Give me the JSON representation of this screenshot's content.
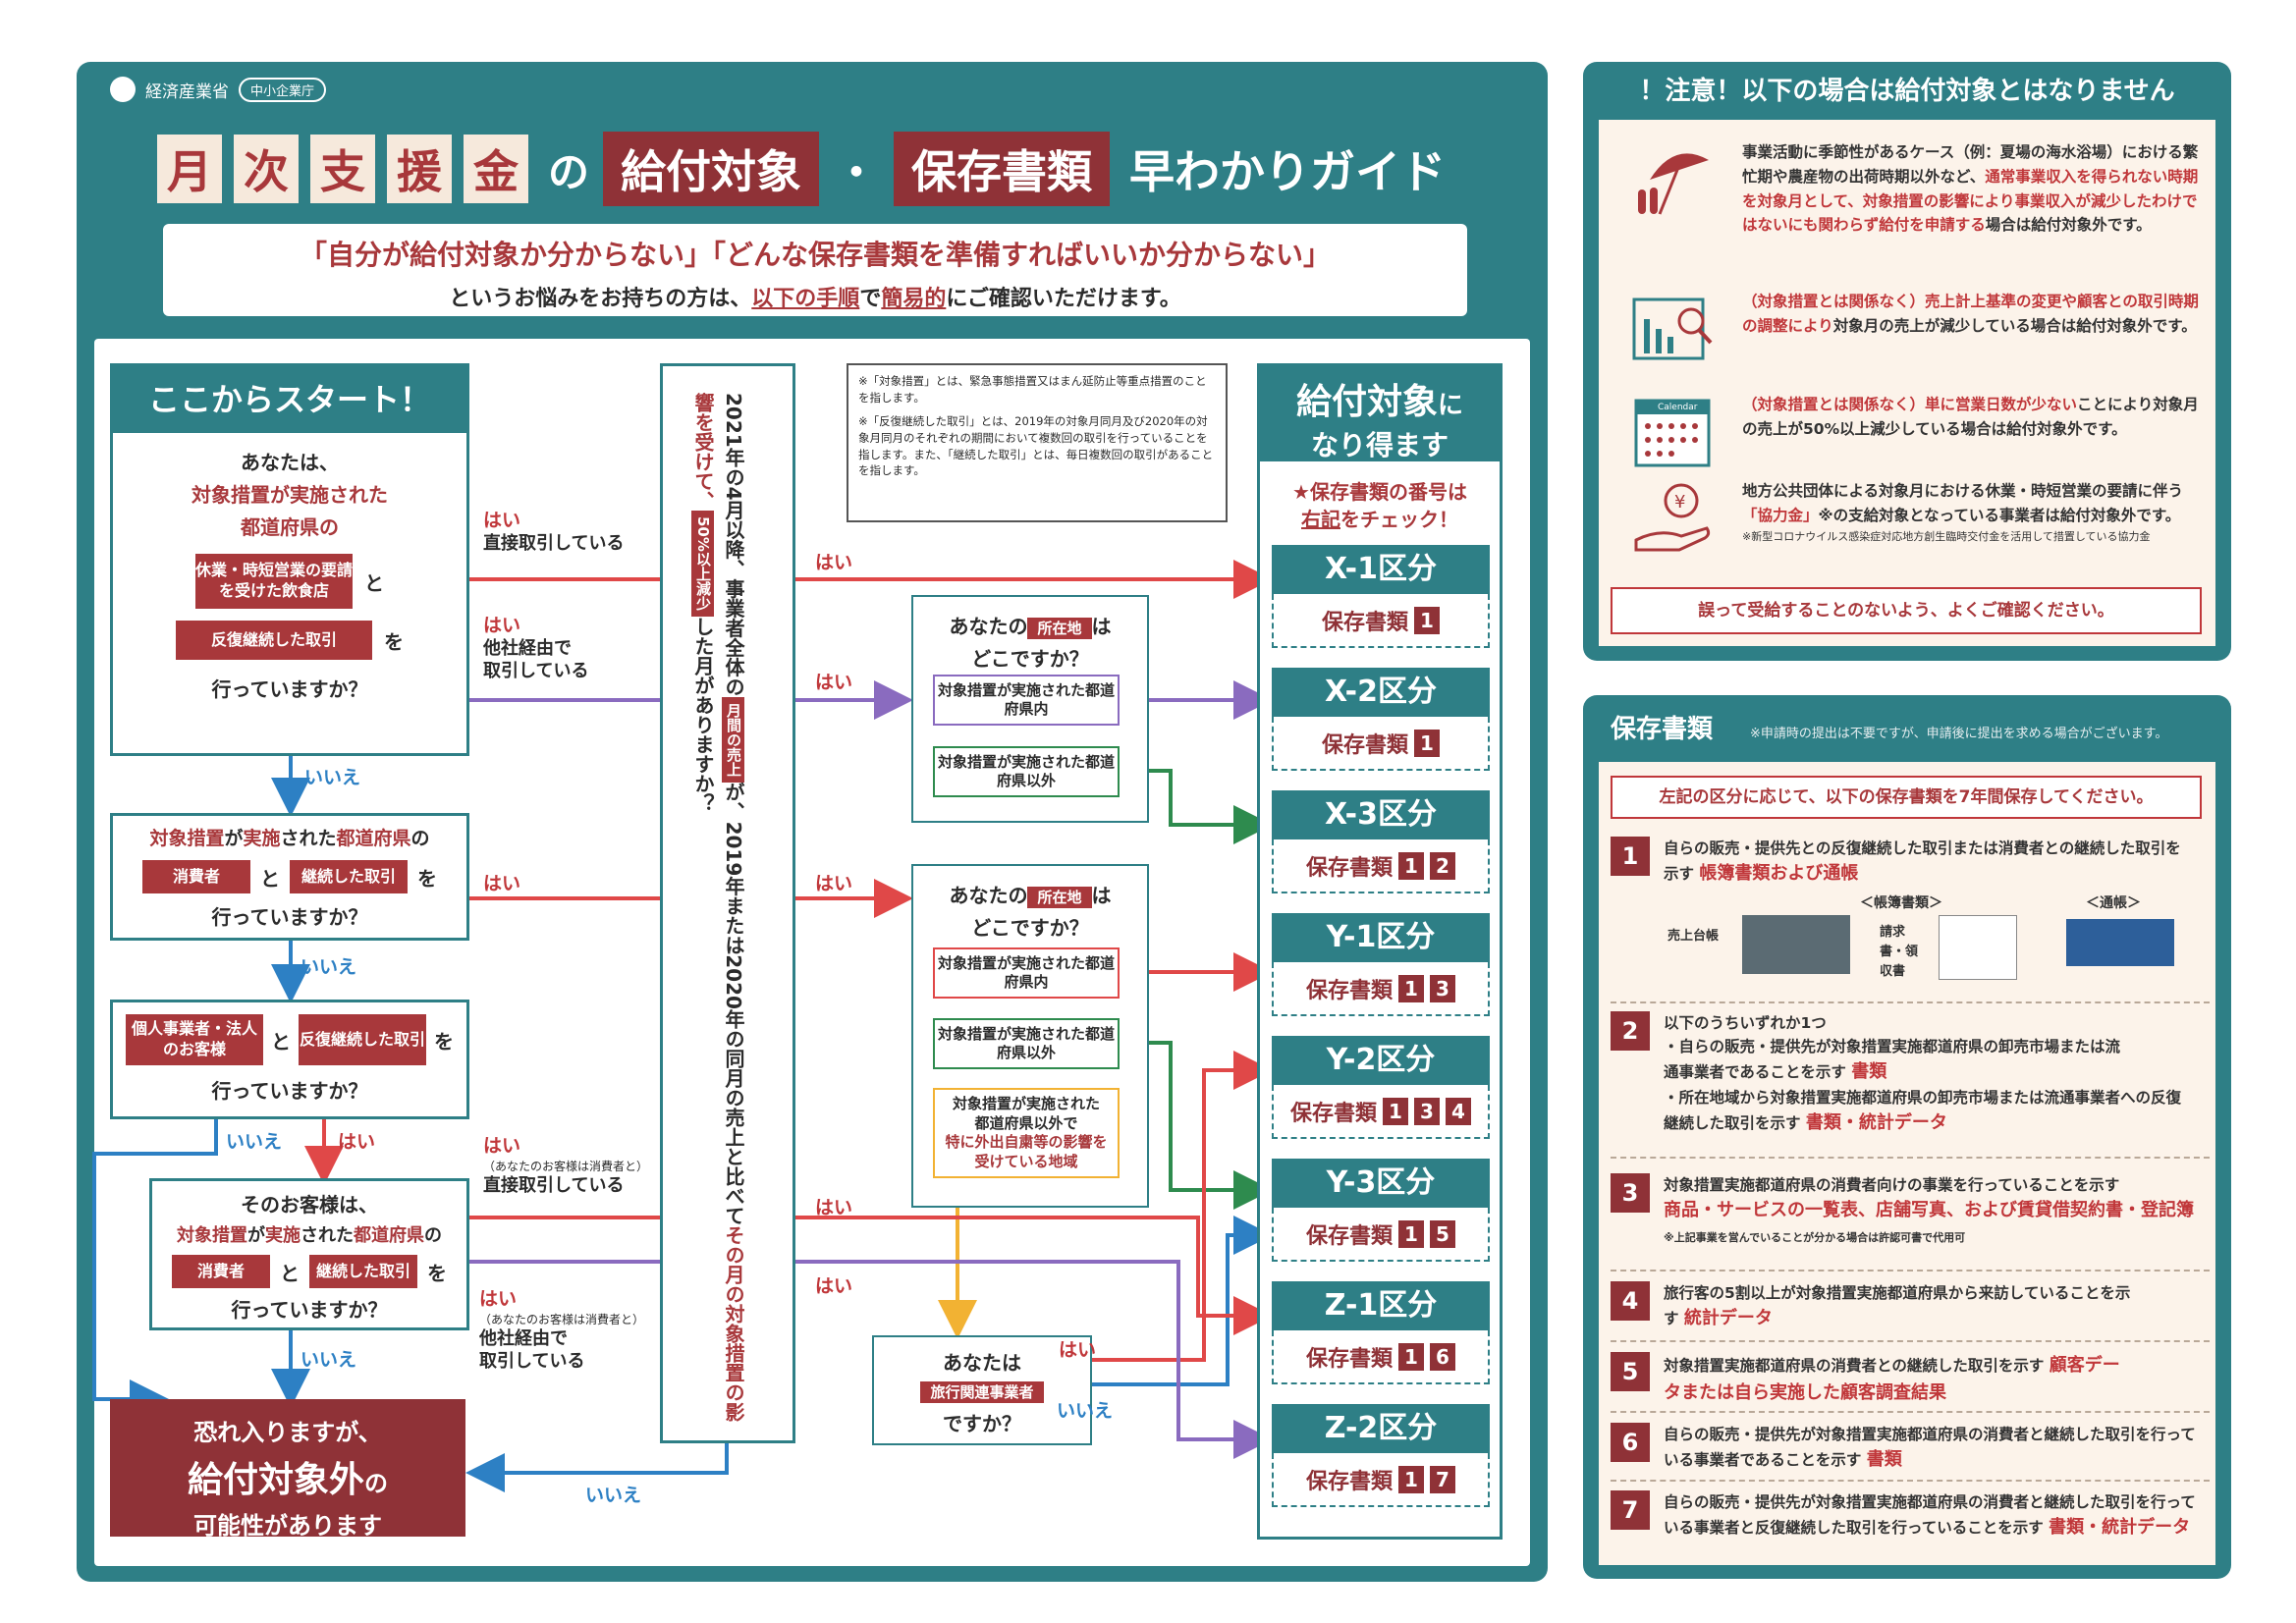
{
  "header": {
    "ministry": "経済産業省",
    "agency": "中小企業庁",
    "title_chars": [
      "月",
      "次",
      "支",
      "援",
      "金"
    ],
    "title_no": "の",
    "title_red1": "給付対象",
    "title_dot": "・",
    "title_red2": "保存書類",
    "title_guide": "早わかりガイド",
    "intro_line1": "「自分が給付対象か分からない」「どんな保存書類を準備すればいいか分からない」",
    "intro_line2_a": "というお悩みをお持ちの方は、",
    "intro_line2_b": "以下の手順",
    "intro_line2_c": "で",
    "intro_line2_d": "簡易的",
    "intro_line2_e": "にご確認いただけます。"
  },
  "start": {
    "heading": "ここからスタート！",
    "q1_a": "あなたは、",
    "q1_b": "対象措置が実施された",
    "q1_c": "都道府県の",
    "tag_restaurant": "休業・時短営業の要請を受けた飲食店",
    "to": "と",
    "tag_repeat": "反復継続した取引",
    "wo": "を",
    "q_end": "行っていますか？"
  },
  "q2": {
    "line1_a": "対象措置",
    "line1_b": "が",
    "line1_c": "実施",
    "line1_d": "された",
    "line1_e": "都道府県",
    "line1_f": "の",
    "tag_consumer": "消費者",
    "to": "と",
    "tag_continued": "継続した取引",
    "wo": "を",
    "q_end": "行っていますか？"
  },
  "q3": {
    "tag_business": "個人事業者・法人のお客様",
    "to": "と",
    "tag_repeat": "反復継続した取引",
    "wo": "を",
    "q_end": "行っていますか？"
  },
  "q4": {
    "line1": "そのお客様は、",
    "line2_a": "対象措置",
    "line2_b": "が",
    "line2_c": "実施",
    "line2_d": "された",
    "line2_e": "都道府県",
    "line2_f": "の",
    "tag_consumer": "消費者",
    "to": "と",
    "tag_continued": "継続した取引",
    "wo": "を",
    "q_end": "行っていますか？"
  },
  "end": {
    "line1": "恐れ入りますが、",
    "line2": "給付対象外",
    "line2_b": "の",
    "line3": "可能性があります"
  },
  "labels": {
    "yes": "はい",
    "no": "いいえ",
    "direct": "直接取引している",
    "via_other": "他社経由で",
    "via_other2": "取引している",
    "customer_consumer": "（あなたのお客様は消費者と）"
  },
  "center": {
    "text_a": "2021年の4月以降、事業者全体の",
    "tag_monthly": "月間の売上",
    "text_b": "が、2019年または2020年の同月の売上と比べて",
    "text_c": "その月の対象措置の影響を受けて、",
    "tag_50": "50%以上減少",
    "text_d": "した月がありますか？"
  },
  "notes": {
    "note1": "※「対象措置」とは、緊急事態措置又はまん延防止等重点措置のことを指します。",
    "note2": "※「反復継続した取引」とは、2019年の対象月同月及び2020年の対象月同月のそれぞれの期間において複数回の取引を行っていることを指します。また、「継続した取引」とは、毎日複数回の取引があることを指します。"
  },
  "where1": {
    "q_a": "あなたの",
    "tag": "所在地",
    "q_b": "は",
    "q_c": "どこですか？",
    "opt1": "対象措置が実施された都道府県内",
    "opt2": "対象措置が実施された都道府県以外"
  },
  "where2": {
    "q_a": "あなたの",
    "tag": "所在地",
    "q_b": "は",
    "q_c": "どこですか？",
    "opt1": "対象措置が実施された都道府県内",
    "opt2": "対象措置が実施された都道府県以外",
    "opt3_a": "対象措置が実施された",
    "opt3_b": "都道府県以外で",
    "opt3_c": "特に外出自粛等の影響を",
    "opt3_d": "受けている地域"
  },
  "travel": {
    "q_a": "あなたは",
    "tag": "旅行関連事業者",
    "q_b": "ですか？"
  },
  "eligible": {
    "head_a": "給付対象",
    "head_b": "に",
    "head_c": "なり得ます",
    "check_a": "★保存書類の番号は",
    "check_b": "右記",
    "check_c": "をチェック！",
    "doc_label": "保存書類",
    "categories": [
      {
        "name": "X-1区分",
        "nums": [
          "1"
        ]
      },
      {
        "name": "X-2区分",
        "nums": [
          "1"
        ]
      },
      {
        "name": "X-3区分",
        "nums": [
          "1",
          "2"
        ]
      },
      {
        "name": "Y-1区分",
        "nums": [
          "1",
          "3"
        ]
      },
      {
        "name": "Y-2区分",
        "nums": [
          "1",
          "3",
          "4"
        ]
      },
      {
        "name": "Y-3区分",
        "nums": [
          "1",
          "5"
        ]
      },
      {
        "name": "Z-1区分",
        "nums": [
          "1",
          "6"
        ]
      },
      {
        "name": "Z-2区分",
        "nums": [
          "1",
          "7"
        ]
      }
    ]
  },
  "warning": {
    "title": "！注意！以下の場合は給付対象とはなりません",
    "item1_a": "事業活動に季節性があるケース（例：夏場の海水浴場）における繁忙期や農産物の出荷時期以外など、",
    "item1_b": "通常事業収入を得られない時期を対象月として、対象措置の影響により事業収入が減少したわけではないにも関わらず給付を申請する",
    "item1_c": "場合は給付対象外です。",
    "item2_a": "（対象措置とは関係なく）売上計上基準の変更や顧客との取引時期の調整により",
    "item2_b": "対象月の売上が減少している場合は給付対象外です。",
    "item3_a": "（対象措置とは関係なく）単に営業日数が少ない",
    "item3_b": "ことにより対象月の売上が50%以上減少している場合は給付対象外です。",
    "item4_a": "地方公共団体による対象月における休業・時短営業の要請に伴う",
    "item4_b": "「協力金」",
    "item4_c": "※の支給対象となっている事業者は給付対象外です。",
    "item4_note": "※新型コロナウイルス感染症対応地方創生臨時交付金を活用して措置している協力金",
    "confirm": "誤って受給することのないよう、よくご確認ください。",
    "calendar_icon_label": "Calendar"
  },
  "docs": {
    "title": "保存書類",
    "subtitle": "※申請時の提出は不要ですが、申請後に提出を求める場合がございます。",
    "instruction": "左記の区分に応じて、以下の保存書類を7年間保存してください。",
    "items": [
      {
        "num": "1",
        "text_a": "自らの販売・提供先との反復継続した取引または消費者との継続した取引を示す",
        "text_b": "帳簿書類および通帳",
        "ledger_label": "＜帳簿書類＞",
        "passbook_label": "＜通帳＞",
        "sales_ledger": "売上台帳",
        "invoice": "請求書・領収書"
      },
      {
        "num": "2",
        "text_a": "以下のうちいずれか1つ",
        "text_b": "・自らの販売・提供先が対象措置実施都道府県の卸売市場または流通事業者であることを示す",
        "text_b2": "書類",
        "text_c": "・所在地域から対象措置実施都道府県の卸売市場または流通事業者への反復継続した取引を示す",
        "text_c2": "書類・統計データ"
      },
      {
        "num": "3",
        "text_a": "対象措置実施都道府県の消費者向けの事業を行っていることを示す",
        "text_b": "商品・サービスの一覧表、店舗写真、および賃貸借契約書・登記簿",
        "note": "※上記事業を営んでいることが分かる場合は許認可書で代用可"
      },
      {
        "num": "4",
        "text_a": "旅行客の5割以上が対象措置実施都道府県から来訪していることを示す",
        "text_b": "統計データ"
      },
      {
        "num": "5",
        "text_a": "対象措置実施都道府県の消費者との継続した取引を示す",
        "text_b": "顧客データまたは自ら実施した顧客調査結果"
      },
      {
        "num": "6",
        "text_a": "自らの販売・提供先が対象措置実施都道府県の消費者と継続した取引を行っている事業者であることを示す",
        "text_b": "書類"
      },
      {
        "num": "7",
        "text_a": "自らの販売・提供先が対象措置実施都道府県の消費者と継続した取引を行っている事業者と反復継続した取引を行っていることを示す",
        "text_b": "書類・統計データ"
      }
    ]
  },
  "colors": {
    "teal": "#2e7f86",
    "dark_red": "#8f3237",
    "red_arrow": "#e04848",
    "purple_arrow": "#8a6bbf",
    "green_arrow": "#2e8b4e",
    "blue_arrow": "#2d80c4",
    "orange_arrow": "#f2b233"
  }
}
